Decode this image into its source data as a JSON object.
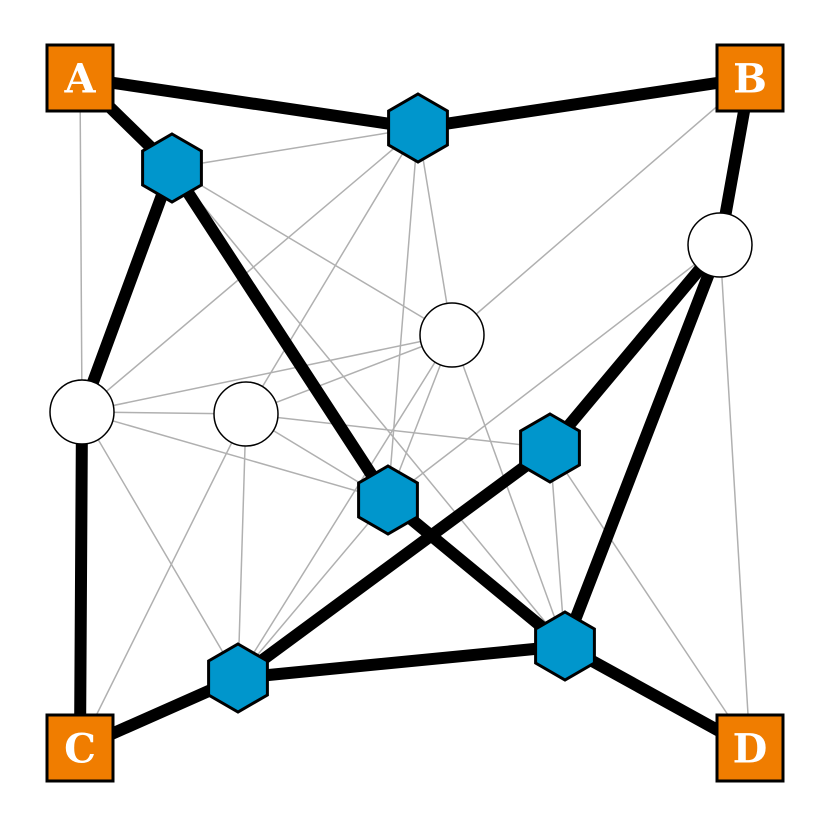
{
  "colors": {
    "terminal_fill": "#f07d00",
    "steiner_fill": "#0096cc",
    "circle_fill": "#ffffff",
    "thin_edge": "#b0b0b0",
    "thick_edge": "#000000"
  },
  "nodes": [
    {
      "id": "A",
      "kind": "terminal",
      "label": "A"
    },
    {
      "id": "B",
      "kind": "terminal",
      "label": "B"
    },
    {
      "id": "C",
      "kind": "terminal",
      "label": "C"
    },
    {
      "id": "D",
      "kind": "terminal",
      "label": "D"
    },
    {
      "id": "H1",
      "kind": "steiner"
    },
    {
      "id": "H2",
      "kind": "steiner"
    },
    {
      "id": "H3",
      "kind": "steiner"
    },
    {
      "id": "H4",
      "kind": "steiner"
    },
    {
      "id": "H5",
      "kind": "steiner"
    },
    {
      "id": "H6",
      "kind": "steiner"
    },
    {
      "id": "O1",
      "kind": "circle"
    },
    {
      "id": "O2",
      "kind": "circle"
    },
    {
      "id": "O3",
      "kind": "circle"
    },
    {
      "id": "O4",
      "kind": "circle"
    }
  ],
  "thin_edges": [
    [
      "A",
      "O1"
    ],
    [
      "A",
      "H2"
    ],
    [
      "H1",
      "H2"
    ],
    [
      "H1",
      "O3"
    ],
    [
      "H1",
      "H3"
    ],
    [
      "H1",
      "O1"
    ],
    [
      "H1",
      "O2"
    ],
    [
      "H2",
      "O3"
    ],
    [
      "H2",
      "H3"
    ],
    [
      "H2",
      "H6"
    ],
    [
      "B",
      "O3"
    ],
    [
      "B",
      "O4"
    ],
    [
      "O1",
      "O3"
    ],
    [
      "O1",
      "O2"
    ],
    [
      "O1",
      "H3"
    ],
    [
      "O1",
      "H5"
    ],
    [
      "O2",
      "O3"
    ],
    [
      "O2",
      "H3"
    ],
    [
      "O2",
      "H5"
    ],
    [
      "O2",
      "H4"
    ],
    [
      "O3",
      "H3"
    ],
    [
      "O3",
      "H5"
    ],
    [
      "O3",
      "H6"
    ],
    [
      "O4",
      "H4"
    ],
    [
      "O4",
      "H3"
    ],
    [
      "O4",
      "D"
    ],
    [
      "H4",
      "H6"
    ],
    [
      "H4",
      "D"
    ],
    [
      "H3",
      "H6"
    ],
    [
      "C",
      "O2"
    ],
    [
      "H3",
      "H5"
    ]
  ],
  "thick_edges": [
    [
      "A",
      "H2"
    ],
    [
      "A",
      "H1"
    ],
    [
      "H1",
      "B"
    ],
    [
      "B",
      "O4"
    ],
    [
      "H2",
      "O1"
    ],
    [
      "O1",
      "C"
    ],
    [
      "H2",
      "H3"
    ],
    [
      "H3",
      "H6"
    ],
    [
      "H6",
      "D"
    ],
    [
      "O4",
      "H4"
    ],
    [
      "O4",
      "H6"
    ],
    [
      "H4",
      "H5"
    ],
    [
      "H5",
      "C"
    ],
    [
      "H5",
      "H6"
    ]
  ]
}
